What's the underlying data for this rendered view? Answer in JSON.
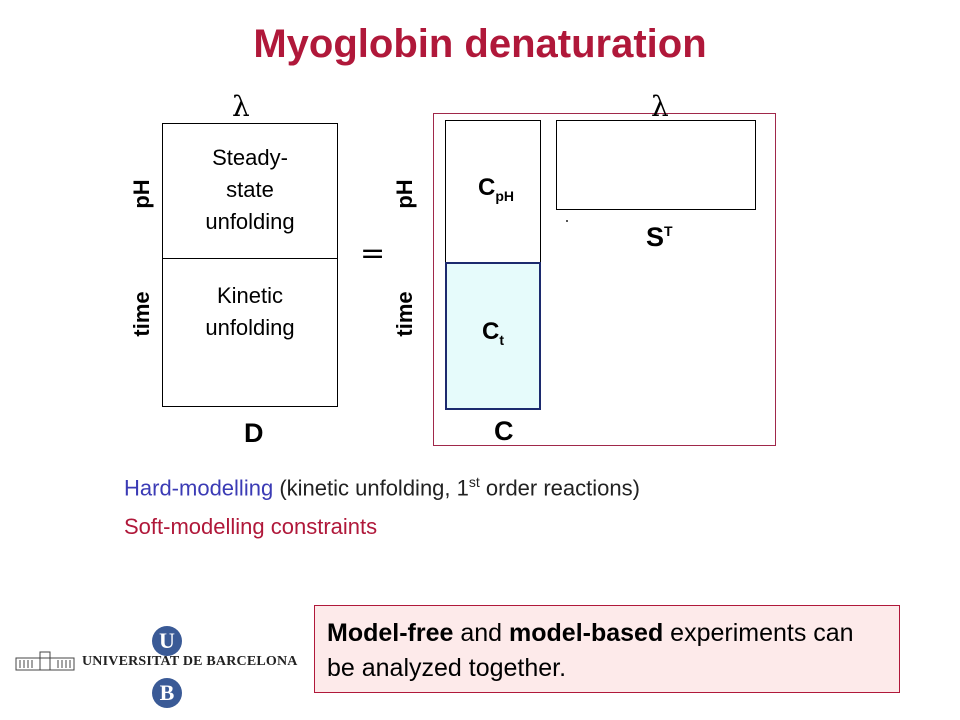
{
  "title": "Myoglobin denaturation",
  "left_matrix": {
    "col_label": "λ",
    "row_label_top": "pH",
    "row_label_bottom": "time",
    "top_block_lines": [
      "Steady-",
      "state",
      "unfolding"
    ],
    "bottom_block_lines": [
      "Kinetic",
      "unfolding"
    ],
    "name": "D"
  },
  "equals": "=",
  "right_matrix": {
    "col_label": "λ",
    "row_label_top": "pH",
    "row_label_bottom": "time",
    "c_ph_main": "C",
    "c_ph_sub": "pH",
    "c_t_main": "C",
    "c_t_sub": "t",
    "c_name": "C",
    "s_main": "S",
    "s_sup": "T",
    "c_t_fill": "#e6fbfb",
    "frame_color": "#a0284a"
  },
  "lines": {
    "hard_label": "Hard-modelling",
    "hard_rest_a": "(kinetic unfolding, 1",
    "hard_sup": "st",
    "hard_rest_b": " order reactions)",
    "soft_label": "Soft-modelling constraints",
    "hard_color": "#3b3bb5",
    "soft_color": "#b0183a"
  },
  "note": {
    "bold1": "Model-free",
    "mid": " and ",
    "bold2": "model-based",
    "rest": " experiments can be analyzed together."
  },
  "logo": {
    "text": "UNIVERSITAT DE BARCELONA",
    "top_letter": "U",
    "bottom_letter": "B"
  }
}
